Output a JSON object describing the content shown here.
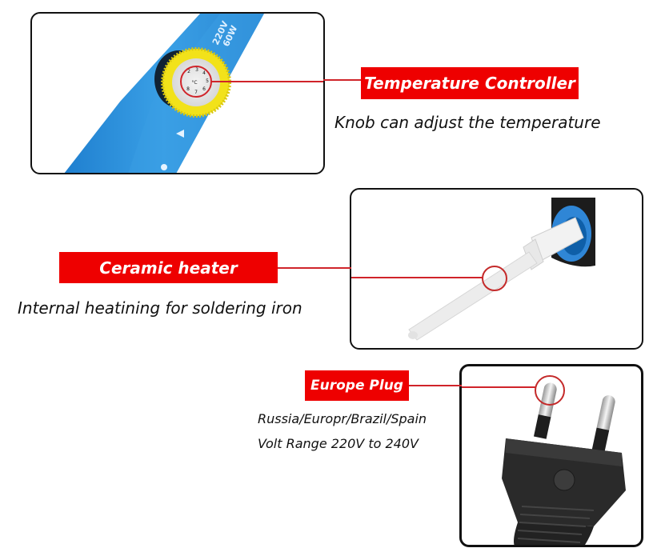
{
  "features": [
    {
      "id": "temperature-controller",
      "label": "Temperature Controller",
      "description": "Knob can adjust the temperature",
      "product_text": [
        "220V",
        "60W"
      ]
    },
    {
      "id": "ceramic-heater",
      "label": "Ceramic heater",
      "description": "Internal heatining for soldering iron"
    },
    {
      "id": "europe-plug",
      "label": "Europe Plug",
      "description_lines": [
        "Russia/Europr/Brazil/Spain",
        "Volt Range 220V to 240V"
      ]
    }
  ],
  "colors": {
    "label_bg": "#ee0000",
    "label_text": "#ffffff",
    "leader_line": "#d0242a",
    "handle_blue": "#2e8fd8",
    "knob_yellow": "#f2e21a",
    "plug_black": "#2a2a2a"
  }
}
